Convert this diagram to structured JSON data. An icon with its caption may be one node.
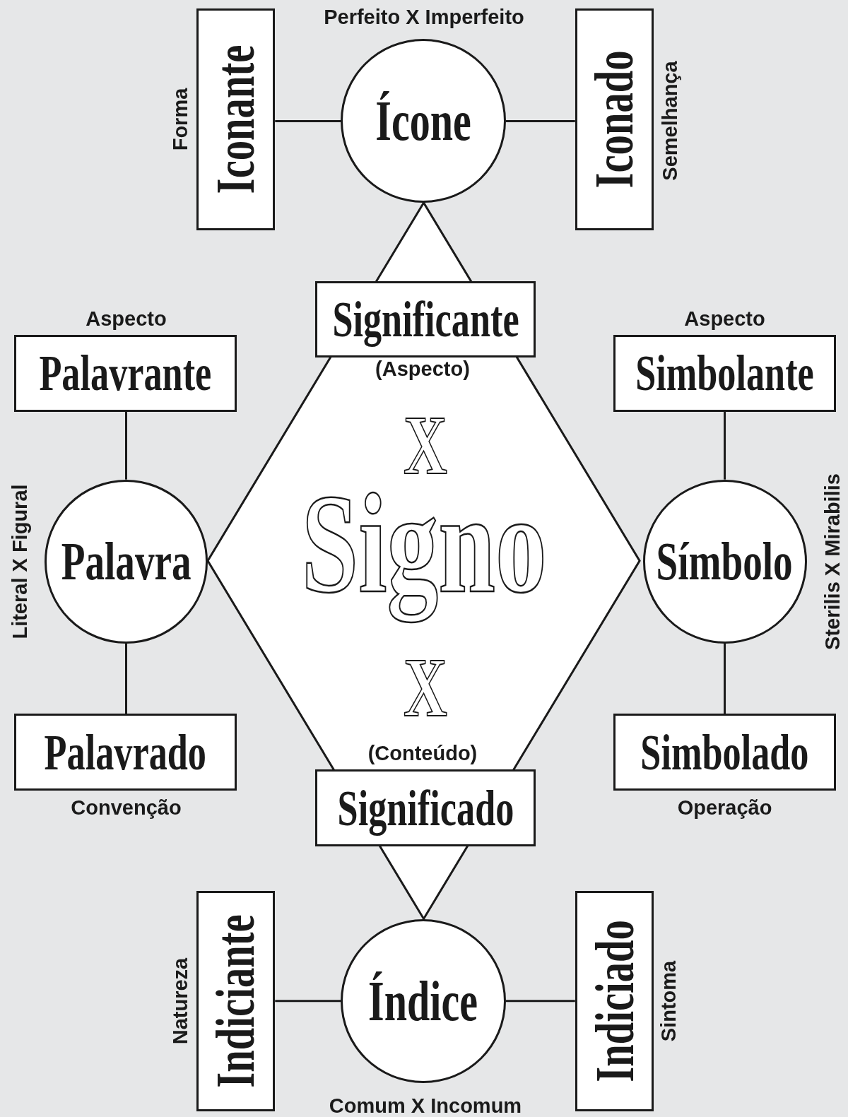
{
  "diagram": {
    "nodes": [
      {
        "text": [
          "Iconante"
        ],
        "beside": [
          "Forma"
        ]
      },
      {
        "text": [
          "Ícone"
        ]
      },
      {
        "text": [
          "Iconado"
        ],
        "beside": [
          "Semelhança"
        ]
      },
      {
        "text": [
          "Signo"
        ]
      },
      {
        "text": [
          "Significante"
        ],
        "in": 3,
        "beside": [
          "(Aspecto)"
        ]
      },
      {
        "text": [
          "Palavrante"
        ],
        "beside": [
          "Aspecto"
        ]
      },
      {
        "text": [
          "Simbolante"
        ],
        "beside": [
          "Aspecto"
        ]
      },
      {
        "text": [
          "Palavra"
        ]
      },
      {
        "text": [
          "Símbolo"
        ]
      },
      {
        "text": [
          "Palavrado"
        ],
        "beside": [
          "Convenção"
        ]
      },
      {
        "text": [
          "Simbolado"
        ],
        "beside": [
          "Operação"
        ]
      },
      {
        "text": [
          "Significado"
        ],
        "in": 3,
        "beside": [
          "(Conteúdo)"
        ]
      },
      {
        "text": [
          "Indiciante"
        ],
        "beside": [
          "Natureza"
        ]
      },
      {
        "text": [
          "Índice"
        ]
      },
      {
        "text": [
          "Indiciado"
        ],
        "beside": [
          "Sintoma"
        ]
      }
    ],
    "edges": [
      {
        "from": 0,
        "to": 1,
        "arrow": "none"
      },
      {
        "from": 1,
        "to": 2,
        "arrow": "none"
      },
      {
        "from": 5,
        "to": 7,
        "arrow": "none"
      },
      {
        "from": 7,
        "to": 9,
        "arrow": "none"
      },
      {
        "from": 6,
        "to": 8,
        "arrow": "none"
      },
      {
        "from": 8,
        "to": 10,
        "arrow": "none"
      },
      {
        "from": 12,
        "to": 13,
        "arrow": "none"
      },
      {
        "from": 13,
        "to": 14,
        "arrow": "none"
      }
    ],
    "labels": [
      "Perfeito X Imperfeito",
      "Literal X Figural",
      "X",
      "X",
      "Sterilis X Mirabilis",
      "Comum X Incomum"
    ]
  }
}
